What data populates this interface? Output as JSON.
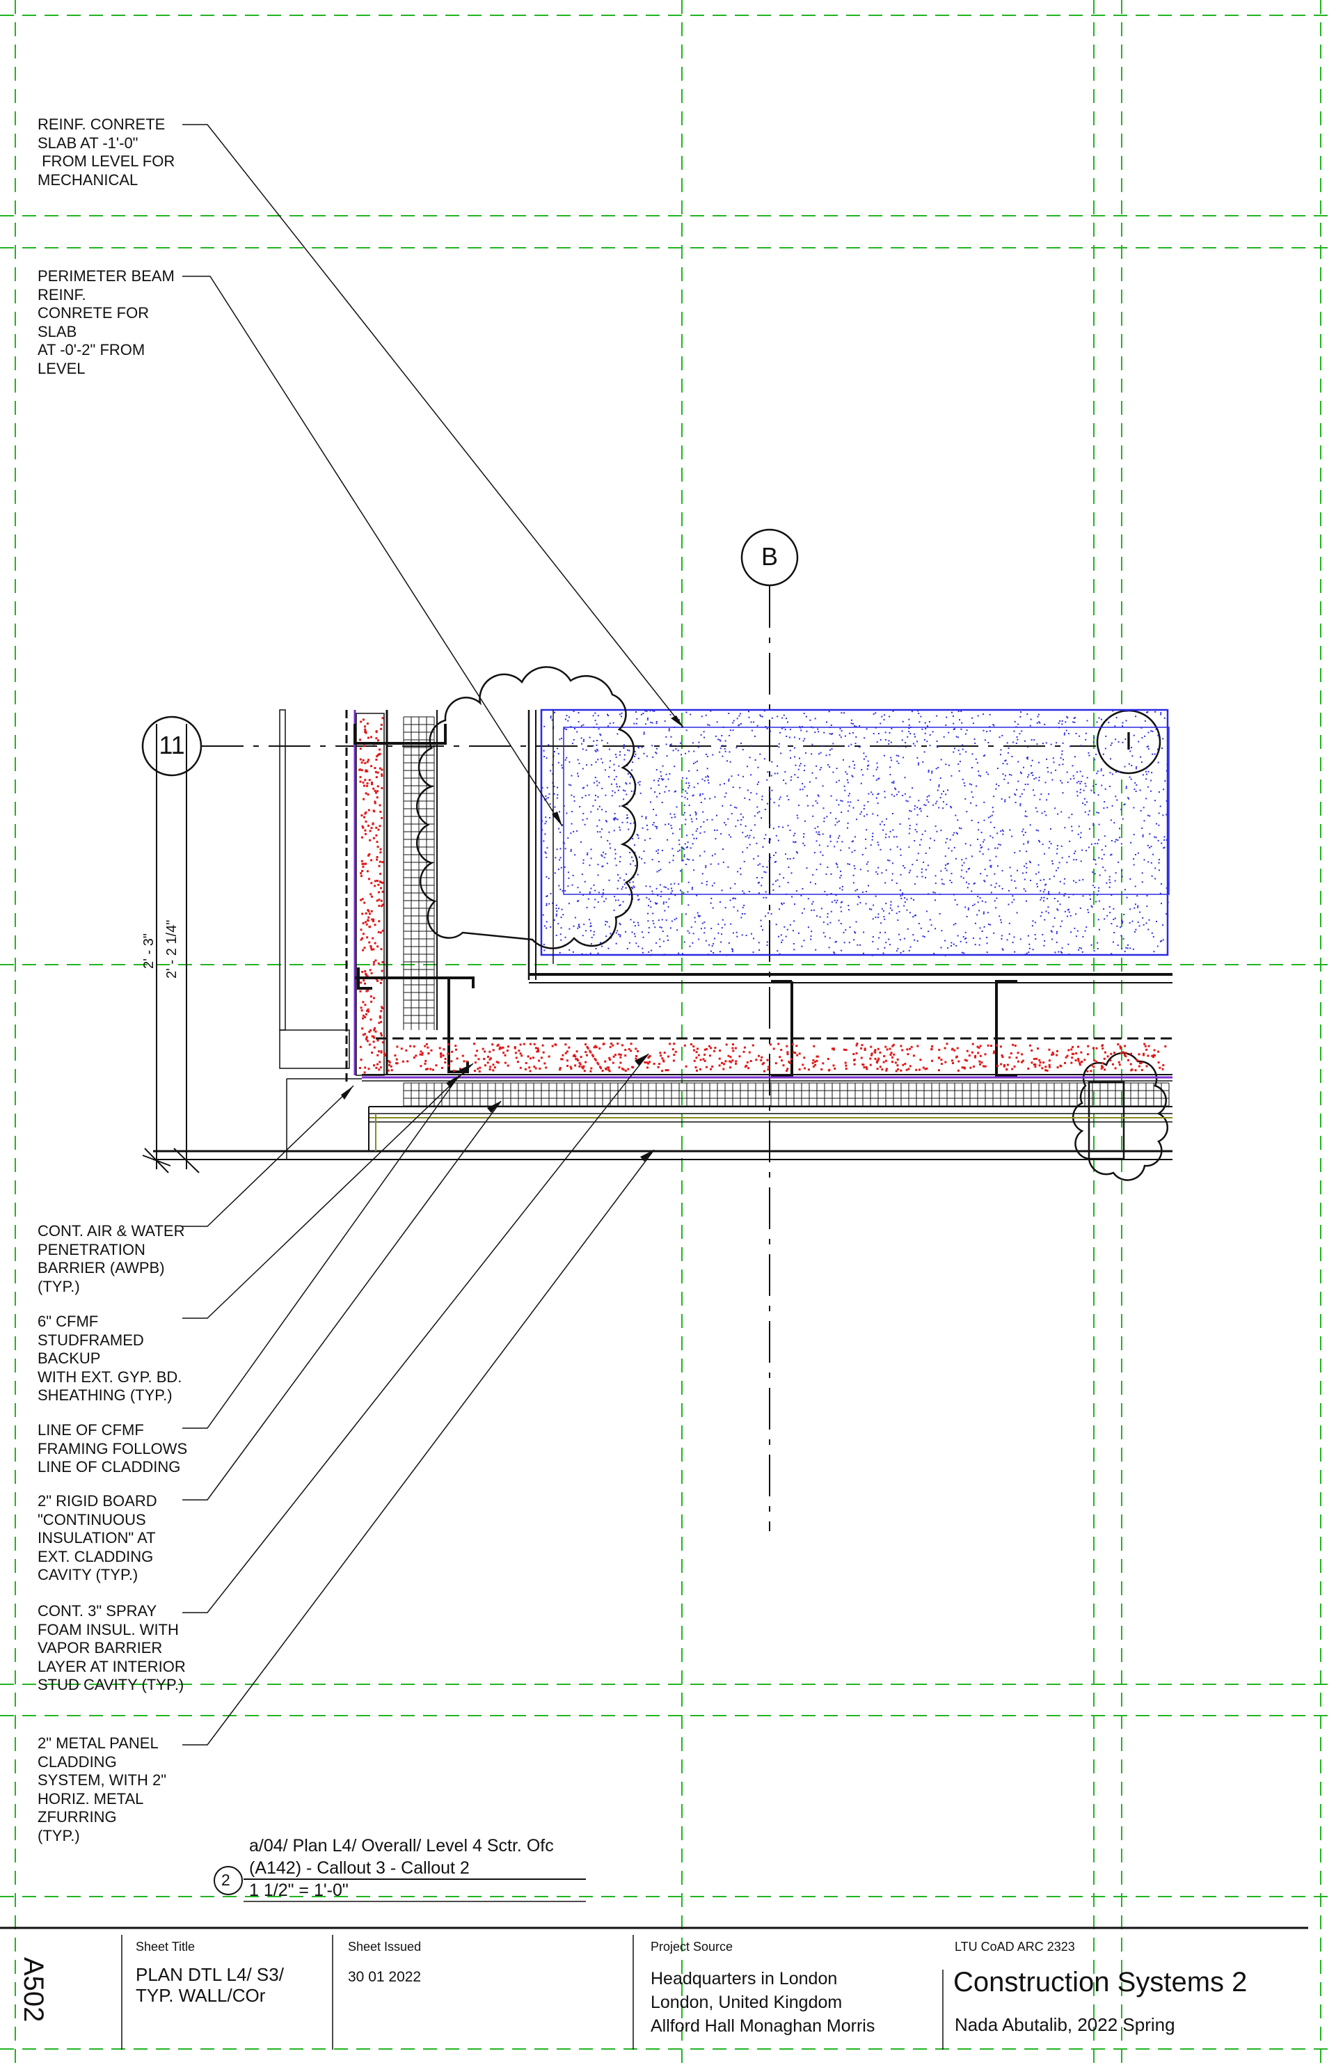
{
  "drawing": {
    "grid_bubbles": {
      "top": "B",
      "left": "11",
      "right": "I"
    },
    "dimensions": {
      "outer": "2' - 3\"",
      "inner": "2' - 2 1/4\""
    },
    "notes": [
      "REINF. CONRETE\nSLAB AT -1'-0\"\n FROM LEVEL FOR\nMECHANICAL",
      "PERIMETER BEAM\nREINF.\nCONRETE FOR\nSLAB\nAT -0'-2\" FROM\nLEVEL",
      "CONT. AIR & WATER\nPENETRATION\nBARRIER (AWPB)\n(TYP.)",
      "6\" CFMF\nSTUDFRAMED\nBACKUP\nWITH EXT. GYP. BD.\nSHEATHING (TYP.)",
      "LINE OF CFMF\nFRAMING FOLLOWS\nLINE OF CLADDING",
      "2\" RIGID BOARD\n\"CONTINUOUS\nINSULATION\" AT\nEXT. CLADDING\nCAVITY (TYP.)",
      "CONT. 3\" SPRAY\nFOAM INSUL. WITH\nVAPOR BARRIER\nLAYER AT INTERIOR\nSTUD CAVITY (TYP.)",
      "2\" METAL PANEL\nCLADDING\nSYSTEM, WITH 2\"\nHORIZ. METAL\nZFURRING\n(TYP.)"
    ],
    "view_title": {
      "number": "2",
      "line1": "a/04/ Plan L4/ Overall/ Level 4 Sctr. Ofc",
      "line2": "(A142) - Callout 3 - Callout 2",
      "scale": "1 1/2\" = 1'-0\""
    }
  },
  "title_block": {
    "sheet_number": "A502",
    "sheet_title_label": "Sheet Title",
    "sheet_title": "PLAN DTL L4/ S3/\nTYP. WALL/COr",
    "sheet_issued_label": "Sheet Issued",
    "sheet_issued": "30 01 2022",
    "project_source_label": "Project Source",
    "project_source": "Headquarters in London\nLondon, United Kingdom\nAllford Hall Monaghan Morris",
    "course_label": "LTU CoAD ARC 2323",
    "course_title": "Construction Systems 2",
    "author": "Nada Abutalib, 2022 Spring"
  },
  "colors": {
    "grid_green": "#22b422",
    "concrete_blue": "#2a2ae0",
    "insulation_red": "#e01818",
    "membrane_purple": "#7a2fd0",
    "ink": "#111111"
  }
}
